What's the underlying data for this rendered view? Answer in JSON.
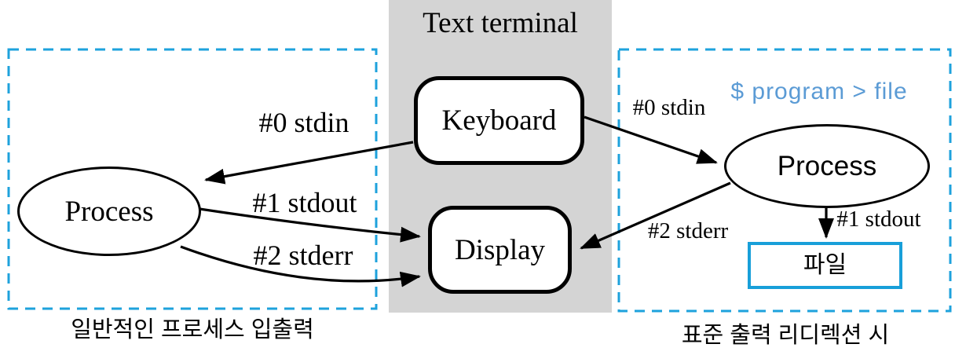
{
  "terminal": {
    "label": "Text terminal",
    "keyboard": "Keyboard",
    "display": "Display"
  },
  "left_panel": {
    "process": "Process",
    "stdin_label": "#0 stdin",
    "stdout_label": "#1 stdout",
    "stderr_label": "#2 stderr",
    "caption": "일반적인 프로세스 입출력"
  },
  "right_panel": {
    "command": "$ program > file",
    "process": "Process",
    "stdin_label": "#0 stdin",
    "stdout_label": "#1 stdout",
    "stderr_label": "#2 stderr",
    "file": "파일",
    "caption": "표준 출력 리디렉션 시"
  },
  "colors": {
    "terminal_bg": "#d4d4d4",
    "dashed_border": "#1ea2dc",
    "file_border": "#189fd9",
    "command_text": "#5b9bd5",
    "line_color": "#000000"
  }
}
